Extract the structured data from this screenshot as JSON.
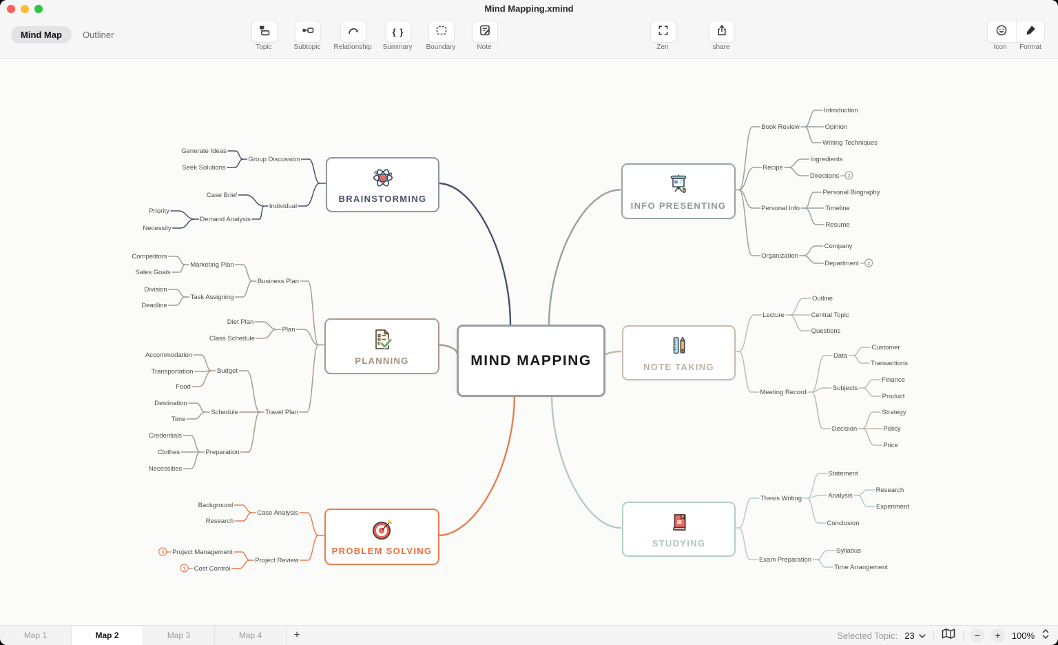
{
  "window": {
    "title": "Mind Mapping.xmind"
  },
  "toolbar": {
    "view_tabs": [
      {
        "label": "Mind Map",
        "active": true
      },
      {
        "label": "Outliner",
        "active": false
      }
    ],
    "tools": [
      {
        "label": "Topic",
        "icon": "topic-icon"
      },
      {
        "label": "Subtopic",
        "icon": "subtopic-icon"
      },
      {
        "label": "Relationship",
        "icon": "relationship-icon"
      },
      {
        "label": "Summary",
        "icon": "summary-braces-icon",
        "glyph": "{ }"
      },
      {
        "label": "Boundary",
        "icon": "boundary-dashed-icon"
      },
      {
        "label": "Note",
        "icon": "note-icon"
      }
    ],
    "mode_tools": [
      {
        "label": "Zen",
        "icon": "zen-fullscreen-icon"
      },
      {
        "label": "share",
        "icon": "share-icon"
      }
    ],
    "panel_tools": [
      {
        "label": "Icon",
        "icon": "smiley-icon"
      },
      {
        "label": "Format",
        "icon": "format-brush-icon"
      }
    ]
  },
  "mindmap": {
    "central": {
      "label": "MIND MAPPING"
    },
    "branches": [
      {
        "id": "brainstorming",
        "label": "BRAINSTORMING",
        "icon": "atom-icon",
        "color": "#46526A",
        "border_color": "#8C96A1",
        "title_color": "#47536B",
        "children": [
          {
            "label": "Group Discussion",
            "children": [
              {
                "label": "Generate Ideas"
              },
              {
                "label": "Seek Solutions"
              }
            ]
          },
          {
            "label": "Individual",
            "children": [
              {
                "label": "Case Brief"
              },
              {
                "label": "Demand Analysis",
                "children": [
                  {
                    "label": "Priority"
                  },
                  {
                    "label": "Necessity"
                  }
                ]
              }
            ]
          }
        ]
      },
      {
        "id": "planning",
        "label": "PLANNING",
        "icon": "checklist-icon",
        "color": "#A89B8B",
        "border_color": "#A89B8B",
        "title_color": "#A1927F",
        "children": [
          {
            "label": "Business Plan",
            "children": [
              {
                "label": "Marketing Plan",
                "children": [
                  {
                    "label": "Competitors"
                  },
                  {
                    "label": "Sales Goals"
                  }
                ]
              },
              {
                "label": "Task Assigning",
                "children": [
                  {
                    "label": "Division"
                  },
                  {
                    "label": "Deadline"
                  }
                ]
              }
            ]
          },
          {
            "label": "Plan",
            "children": [
              {
                "label": "Diet Plan"
              },
              {
                "label": "Class Schedule"
              }
            ]
          },
          {
            "label": "Travel Plan",
            "children": [
              {
                "label": "Budget",
                "children": [
                  {
                    "label": "Accommodation"
                  },
                  {
                    "label": "Transportation"
                  },
                  {
                    "label": "Food"
                  }
                ]
              },
              {
                "label": "Schedule",
                "children": [
                  {
                    "label": "Destination"
                  },
                  {
                    "label": "Time"
                  }
                ]
              },
              {
                "label": "Preparation",
                "children": [
                  {
                    "label": "Credentials"
                  },
                  {
                    "label": "Clothes"
                  },
                  {
                    "label": "Necessities"
                  }
                ]
              }
            ]
          }
        ]
      },
      {
        "id": "problem-solving",
        "label": "PROBLEM SOLVING",
        "icon": "target-dart-icon",
        "color": "#E87E52",
        "border_color": "#E87E52",
        "title_color": "#E96C3D",
        "badge_color": "#E87E52",
        "children": [
          {
            "label": "Case Analysis",
            "children": [
              {
                "label": "Background"
              },
              {
                "label": "Research"
              }
            ]
          },
          {
            "label": "Project Review",
            "children": [
              {
                "label": "Project Management",
                "badge": "3"
              },
              {
                "label": "Cost Control",
                "badge": "1"
              }
            ]
          }
        ]
      },
      {
        "id": "info-presenting",
        "label": "INFO PRESENTING",
        "icon": "presentation-board-icon",
        "color": "#98A19D",
        "border_color": "#9AA4A0",
        "title_color": "#8D9995",
        "badge_color": "#9BA39F",
        "children": [
          {
            "label": "Book Review",
            "children": [
              {
                "label": "Introduction"
              },
              {
                "label": "Opinion"
              },
              {
                "label": "Writing Techniques"
              }
            ]
          },
          {
            "label": "Recipe",
            "children": [
              {
                "label": "Ingredients"
              },
              {
                "label": "Directions",
                "badge": "3"
              }
            ]
          },
          {
            "label": "Personal Info",
            "children": [
              {
                "label": "Personal Biography"
              },
              {
                "label": "Timeline"
              },
              {
                "label": "Resume"
              }
            ]
          },
          {
            "label": "Organization",
            "children": [
              {
                "label": "Company"
              },
              {
                "label": "Department",
                "badge": "2"
              }
            ]
          }
        ]
      },
      {
        "id": "note-taking",
        "label": "NOTE TAKING",
        "icon": "ruler-pencil-icon",
        "color": "#C2B8AA",
        "border_color": "#C6BCAE",
        "title_color": "#BCB2A4",
        "children": [
          {
            "label": "Lecture",
            "children": [
              {
                "label": "Outline"
              },
              {
                "label": "Central Topic"
              },
              {
                "label": "Questions"
              }
            ]
          },
          {
            "label": "Meeting Record",
            "children": [
              {
                "label": "Data",
                "children": [
                  {
                    "label": "Customer"
                  },
                  {
                    "label": "Transactions"
                  }
                ]
              },
              {
                "label": "Subjects",
                "children": [
                  {
                    "label": "Finance"
                  },
                  {
                    "label": "Product"
                  }
                ]
              },
              {
                "label": "Decision",
                "children": [
                  {
                    "label": "Strategy"
                  },
                  {
                    "label": "Policy"
                  },
                  {
                    "label": "Price"
                  }
                ]
              }
            ]
          }
        ]
      },
      {
        "id": "studying",
        "label": "STUDYING",
        "icon": "book-icon",
        "color": "#B2CCC3",
        "border_color": "#B4CEC5",
        "title_color": "#A9C8BD",
        "children": [
          {
            "label": "Thesis Writing",
            "children": [
              {
                "label": "Statement"
              },
              {
                "label": "Analysis",
                "children": [
                  {
                    "label": "Research"
                  },
                  {
                    "label": "Experiment"
                  }
                ]
              },
              {
                "label": "Conclusion"
              }
            ]
          },
          {
            "label": "Exam Preparation",
            "children": [
              {
                "label": "Syllabus"
              },
              {
                "label": "Time Arrangement"
              }
            ]
          }
        ]
      }
    ]
  },
  "statusbar": {
    "sheet_tabs": [
      {
        "label": "Map 1",
        "active": false
      },
      {
        "label": "Map 2",
        "active": true
      },
      {
        "label": "Map 3",
        "active": false
      },
      {
        "label": "Map 4",
        "active": false
      }
    ],
    "add_sheet_label": "+",
    "selected_topic_label": "Selected Topic:",
    "selected_topic_count": "23",
    "zoom_level": "100%"
  }
}
